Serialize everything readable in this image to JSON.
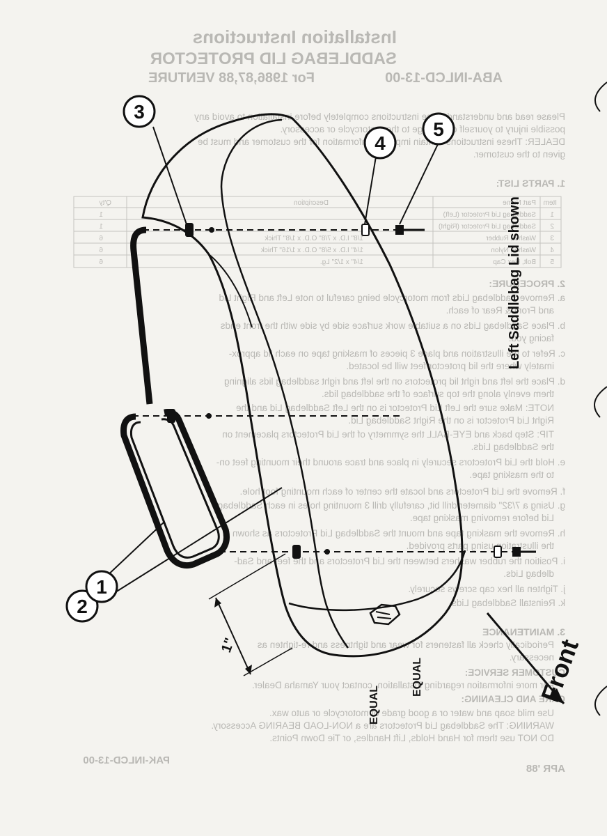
{
  "header": {
    "title": "Installation Instructions",
    "subtitle": "SADDLEBAG LID PROTECTOR",
    "part_number": "ABA-INLCD-13-00",
    "model_line": "For 1986,87,88 VENTURE"
  },
  "intro": [
    "Please read and understand these instructions completely before installation to avoid any",
    "possible injury to yourself or damage to the motorcycle or accessory.",
    "DEALER: These instructions contain important information for the customer and must be",
    "given to the customer."
  ],
  "parts_list": {
    "heading": "1. PARTS LIST:",
    "columns": [
      "Item",
      "Part Name",
      "Description",
      "Q'ty"
    ],
    "rows": [
      [
        "1",
        "Saddlebag Lid Protector (Left)",
        "",
        "1"
      ],
      [
        "2",
        "Saddlebag Lid Protector (Right)",
        "",
        "1"
      ],
      [
        "3",
        "Washer, Rubber",
        "1/8\" I.D. x 7/8\" O.D. x 1/8\" Thick",
        "6"
      ],
      [
        "4",
        "Washer, Nylon",
        "1/4\" I.D. x 5/8\" O.D. x 1/16\" Thick",
        "6"
      ],
      [
        "5",
        "Bolt, Hex Cap",
        "1/4\" x 1/2\" Lg.",
        "6"
      ]
    ]
  },
  "procedure_heading": "2. PROCEDURE:",
  "procedure": [
    "a. Remove Saddlebag Lids from motorcycle being careful to note Left and Right Lid",
    "and Front & Rear of each.",
    "b. Place Saddlebag Lids on a suitable work surface side by side with the front ends",
    "facing you.",
    "c. Refer to the illustration and place 3 pieces of masking tape on each lid approx-",
    "imately where the lid protector feet will be located.",
    "d. Place the left and right lid protectors on the left and right saddlebag lids aligning",
    "them evenly along the top surface of the saddlebag lids.",
    "NOTE: Make sure the Left Lid Protector is on the Left Saddlebag Lid and the",
    "Right Lid Protector is on the Right Saddlebag Lid.",
    "TIP: Step back and EYE-BALL the symmetry of the Lid Protectors placement on",
    "the Saddlebag Lids.",
    "e. Hold the Lid Protectors securely in place and trace around their mounting feet on-",
    "to the masking tape.",
    "f. Remove the Lid Protectors and locate the center of each mounting foot hole.",
    "g. Using a 7/32\" diameter drill bit, carefully drill 3 mounting holes in each Saddlebag",
    "Lid before removing masking tape.",
    "h. Remove the masking tape and mount the Saddlebag Lid Protectors as shown in",
    "the illustration using parts provided.",
    "i. Position the rubber washers between the Lid Protectors and the feet and Sad-",
    "dlebag Lids.",
    "j. Tighten all hex cap screws securely.",
    "k. Reinstall Saddlebag Lids."
  ],
  "maintenance_heading": "3. MAINTENANCE",
  "maintenance": [
    "Periodically check all fasteners for wear and tightness and re-tighten as",
    "necessary."
  ],
  "customer_service_heading": "CUSTOMER SERVICE:",
  "customer_service": "For more information regarding installation, contact your Yamaha Dealer.",
  "care_heading": "CARE AND CLEANING:",
  "care": [
    "Use mild soap and water or a good grade of motorcycle or auto wax.",
    "WARNING: The Saddlebag Lid Protectors are a NON-LOAD BEARING Accessory.",
    "DO NOT use them for Hand Holds, Lift Handles, or Tie Down Points."
  ],
  "footer": {
    "left_code": "PAK-INLCD-13-00",
    "date": "APR '88"
  },
  "diagram": {
    "caption": "Left Saddlebag Lid shown",
    "front_label": "Front",
    "equal_label_1": "EQUAL",
    "equal_label_2": "EQUAL",
    "dimension_label": "1\"",
    "callouts": [
      "1",
      "2",
      "3",
      "4",
      "5"
    ]
  },
  "colors": {
    "ink": "#111111",
    "bleed_through": "#b9b8b4",
    "paper": "#f4f3ef"
  }
}
